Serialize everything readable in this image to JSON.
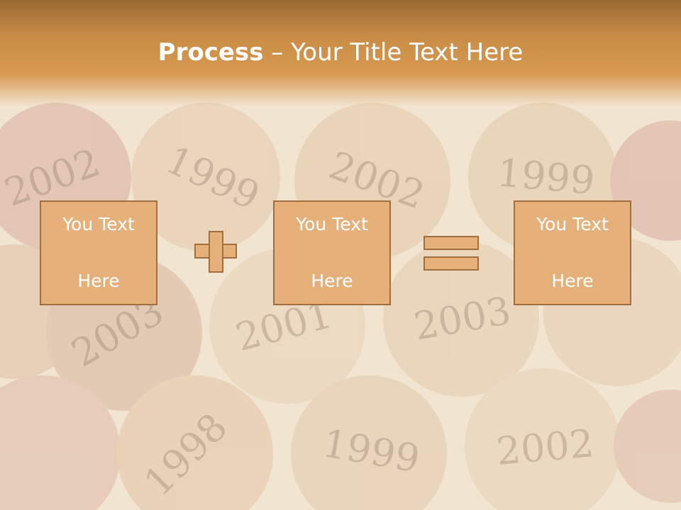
{
  "title": {
    "bold": "Process",
    "separator": " – ",
    "rest": "Your Title Text Here"
  },
  "boxes": [
    {
      "line1": "You Text",
      "line2": "Here"
    },
    {
      "line1": "You Text",
      "line2": "Here"
    },
    {
      "line1": "You Text",
      "line2": "Here"
    }
  ],
  "corks": [
    {
      "label": "2002"
    },
    {
      "label": "1999"
    },
    {
      "label": "2002"
    },
    {
      "label": "1999"
    },
    {
      "label": "2003"
    },
    {
      "label": "2001"
    },
    {
      "label": "2003"
    },
    {
      "label": "1998"
    },
    {
      "label": "1999"
    },
    {
      "label": "2002"
    }
  ],
  "colors": {
    "header": "#d89a52",
    "box_fill": "#e5b07a",
    "box_border": "#a06f3d"
  }
}
